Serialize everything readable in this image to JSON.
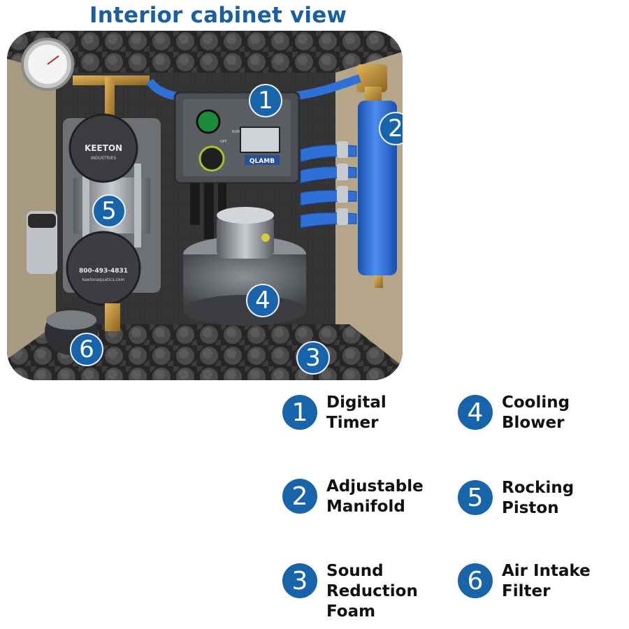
{
  "title": "Interior cabinet view",
  "photo_text": {
    "brand": "KEETON",
    "brand_sub": "INDUSTRIES",
    "phone": "800-493-4831",
    "web": "keetonaquatics.com",
    "timer_brand": "QLAMB",
    "run": "RUN",
    "off": "OFF"
  },
  "markers": [
    {
      "id": "1",
      "label": "1"
    },
    {
      "id": "2",
      "label": "2"
    },
    {
      "id": "3",
      "label": "3"
    },
    {
      "id": "4",
      "label": "4"
    },
    {
      "id": "5",
      "label": "5"
    },
    {
      "id": "6",
      "label": "6"
    }
  ],
  "legend": [
    {
      "num": "1",
      "line1": "Digital",
      "line2": "Timer",
      "line3": ""
    },
    {
      "num": "2",
      "line1": "Adjustable",
      "line2": "Manifold",
      "line3": ""
    },
    {
      "num": "3",
      "line1": "Sound",
      "line2": "Reduction",
      "line3": "Foam"
    },
    {
      "num": "4",
      "line1": "Cooling",
      "line2": "Blower",
      "line3": ""
    },
    {
      "num": "5",
      "line1": "Rocking",
      "line2": "Piston",
      "line3": ""
    },
    {
      "num": "6",
      "line1": "Air Intake",
      "line2": "Filter",
      "line3": ""
    }
  ],
  "colors": {
    "accent": "#1864ab",
    "title": "#1a5f9f",
    "foam": "#2f2f2f",
    "cabinet": "#b3a48a",
    "manifold": "#2a6fd6"
  }
}
